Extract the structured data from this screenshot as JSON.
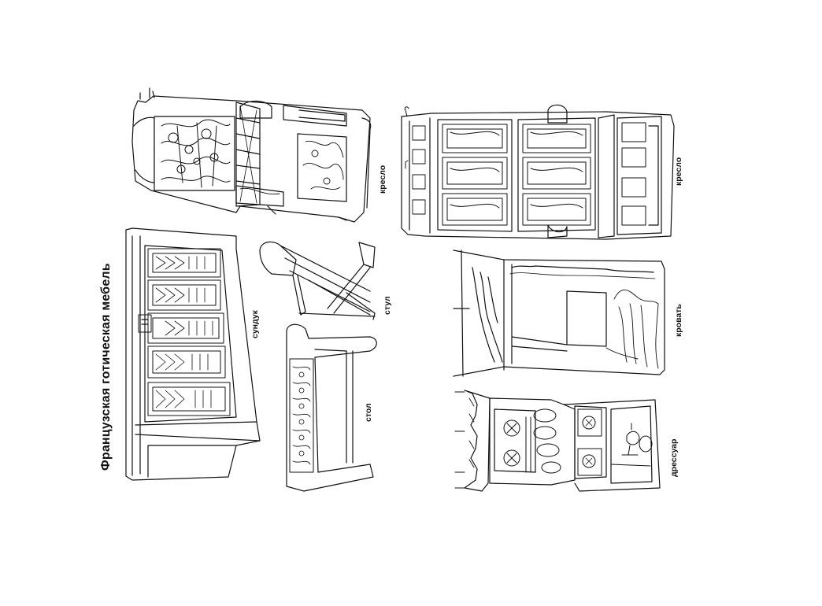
{
  "title": "Французская готическая мебель",
  "labels": {
    "armchair_top": "кресло",
    "armchair_right": "кресло",
    "chest": "сундук",
    "chair": "стул",
    "table": "стол",
    "bed": "кровать",
    "dresser": "дрессуар"
  }
}
